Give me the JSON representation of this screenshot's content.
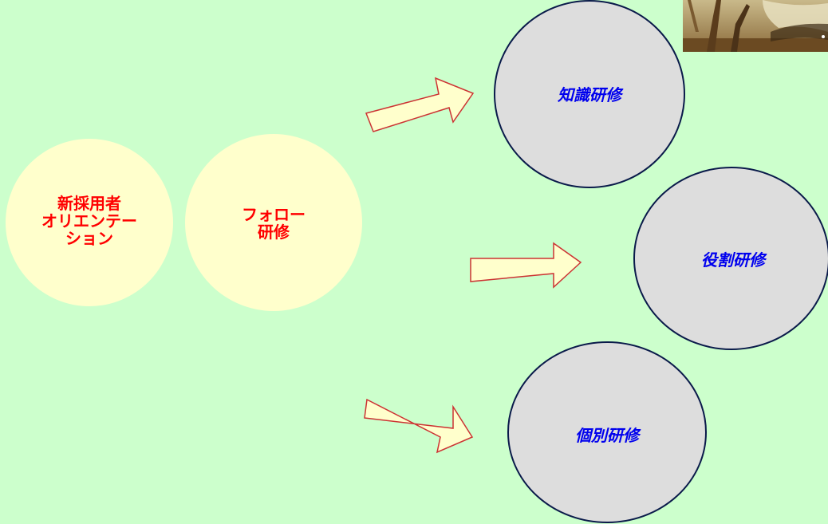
{
  "start_nodes": {
    "orientation_label": "新採用者\nオリエンテー\nション",
    "follow_label": "フォロー\n研修"
  },
  "branches": [
    {
      "label": "知識研修"
    },
    {
      "label": "役割研修"
    },
    {
      "label": "個別研修"
    }
  ],
  "colors": {
    "background": "#ccffcc",
    "start_circle_fill": "#ffffcc",
    "branch_circle_fill": "#dddddd",
    "branch_circle_stroke": "#0a1a4a",
    "arrow_fill": "#ffffcc",
    "arrow_stroke": "#cc3333",
    "start_text": "#ff0000",
    "branch_text": "#0000ee"
  }
}
